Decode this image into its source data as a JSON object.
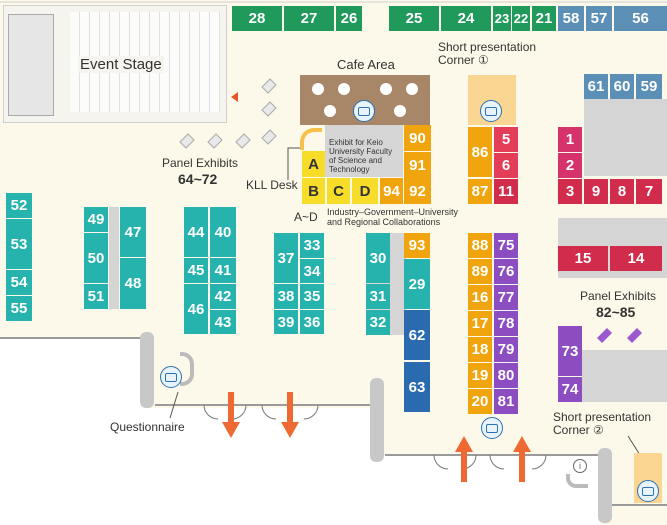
{
  "map": {
    "labels": {
      "event_stage": "Event Stage",
      "cafe_area": "Cafe Area",
      "short_pres_1": "Short presentation Corner ①",
      "short_pres_2": "Short presentation Corner ②",
      "panel_exhibits_left": "Panel Exhibits",
      "panel_range_left": "64~72",
      "panel_exhibits_right": "Panel Exhibits",
      "panel_range_right": "82~85",
      "kll_desk": "KLL Desk",
      "keio_exhibit": "Exhibit for Keio University Faculty of Science and Technology",
      "ad_range": "A~D",
      "igur": "Industry–Government–University and Regional Collaborations",
      "questionnaire": "Questionnaire"
    },
    "booths": {
      "b28": "28",
      "b27": "27",
      "b26": "26",
      "b25": "25",
      "b24": "24",
      "b23": "23",
      "b22": "22",
      "b21": "21",
      "b58": "58",
      "b57": "57",
      "b56": "56",
      "b61": "61",
      "b60": "60",
      "b59": "59",
      "b1": "1",
      "b2": "2",
      "b3": "3",
      "b9": "9",
      "b8": "8",
      "b7": "7",
      "b5": "5",
      "b6": "6",
      "b11": "11",
      "b86": "86",
      "b87": "87",
      "b90": "90",
      "b91": "91",
      "b92": "92",
      "b94": "94",
      "bA": "A",
      "bB": "B",
      "bC": "C",
      "bD": "D",
      "b52": "52",
      "b53": "53",
      "b54": "54",
      "b55": "55",
      "b49": "49",
      "b50": "50",
      "b51": "51",
      "b47": "47",
      "b48": "48",
      "b44": "44",
      "b40": "40",
      "b45": "45",
      "b41": "41",
      "b46": "46",
      "b42": "42",
      "b43": "43",
      "b37": "37",
      "b33": "33",
      "b34": "34",
      "b38": "38",
      "b35": "35",
      "b39": "39",
      "b36": "36",
      "b30": "30",
      "b31": "31",
      "b32": "32",
      "b93": "93",
      "b29": "29",
      "b62": "62",
      "b63": "63",
      "b88": "88",
      "b75": "75",
      "b89": "89",
      "b76": "76",
      "b16": "16",
      "b77": "77",
      "b17": "17",
      "b78": "78",
      "b18": "18",
      "b79": "79",
      "b19": "19",
      "b80": "80",
      "b20": "20",
      "b81": "81",
      "b15": "15",
      "b14": "14",
      "b73": "73",
      "b74": "74"
    }
  }
}
